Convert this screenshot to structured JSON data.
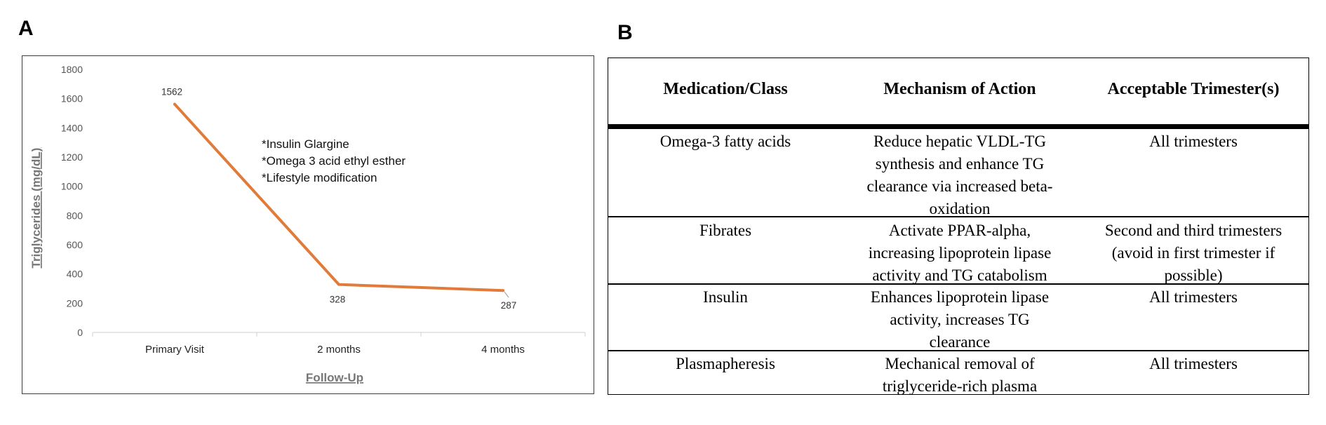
{
  "panels": {
    "a_label": "A",
    "b_label": "B"
  },
  "chart_data": {
    "type": "line",
    "categories": [
      "Primary Visit",
      "2 months",
      "4 months"
    ],
    "values": [
      1562,
      328,
      287
    ],
    "data_labels": [
      "1562",
      "328",
      "287"
    ],
    "ylabel": "Triglycerides (mg/dL)",
    "xlabel": "Follow-Up",
    "ylim": [
      0,
      1800
    ],
    "yticks": [
      0,
      200,
      400,
      600,
      800,
      1000,
      1200,
      1400,
      1600,
      1800
    ],
    "line_color": "#E07B39",
    "grid": false,
    "annotations": [
      "*Insulin Glargine",
      "*Omega 3 acid ethyl esther",
      "*Lifestyle modification"
    ]
  },
  "table": {
    "headers": [
      "Medication/Class",
      "Mechanism of Action",
      "Acceptable Trimester(s)"
    ],
    "rows": [
      {
        "medication": "Omega-3 fatty acids",
        "mechanism": [
          "Reduce hepatic VLDL-TG",
          "synthesis and enhance TG",
          "clearance via increased beta-",
          "oxidation"
        ],
        "trimester": [
          "All trimesters"
        ]
      },
      {
        "medication": "Fibrates",
        "mechanism": [
          "Activate PPAR-alpha,",
          "increasing lipoprotein lipase",
          "activity and TG catabolism"
        ],
        "trimester": [
          "Second and third trimesters",
          "(avoid in first trimester if",
          "possible)"
        ]
      },
      {
        "medication": "Insulin",
        "mechanism": [
          "Enhances lipoprotein lipase",
          "activity, increases TG",
          "clearance"
        ],
        "trimester": [
          "All trimesters"
        ]
      },
      {
        "medication": "Plasmapheresis",
        "mechanism": [
          "Mechanical removal of",
          "triglyceride-rich plasma"
        ],
        "trimester": [
          "All trimesters"
        ]
      }
    ]
  }
}
